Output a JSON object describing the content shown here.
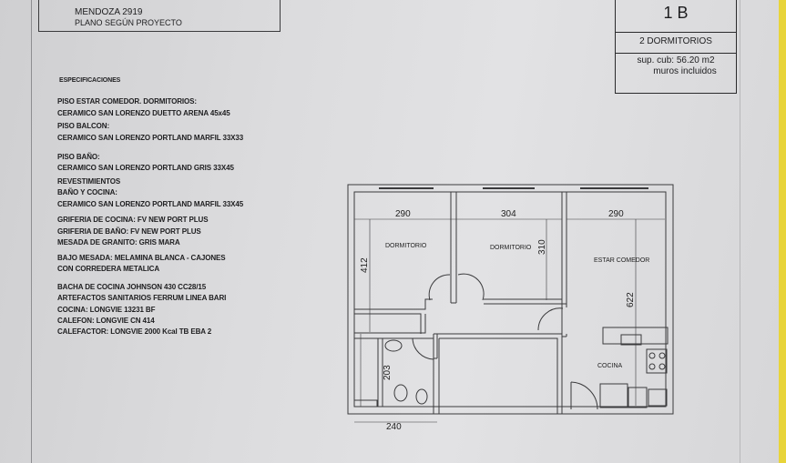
{
  "header": {
    "address": "MENDOZA 2919",
    "subtitle": "PLANO SEGÚN PROYECTO"
  },
  "unit": {
    "code": "1 B",
    "bedrooms": "2 DORMITORIOS",
    "area": "sup. cub: 56.20 m2",
    "area_note": "muros incluidos"
  },
  "specs": [
    "ESPECIFICACIONES",
    "PISO ESTAR COMEDOR. DORMITORIOS:",
    "CERAMICO SAN LORENZO DUETTO ARENA 45x45",
    "PISO BALCON:",
    "CERAMICO SAN LORENZO  PORTLAND MARFIL 33X33",
    "PISO BAÑO:",
    "CERAMICO SAN LORENZO PORTLAND GRIS 33X45",
    "REVESTIMIENTOS",
    "BAÑO Y COCINA:",
    "CERAMICO SAN LORENZO PORTLAND MARFIL 33X45",
    "GRIFERIA DE COCINA: FV NEW PORT PLUS",
    "GRIFERIA DE BAÑO: FV NEW PORT PLUS",
    "MESADA DE GRANITO: GRIS MARA",
    "BAJO MESADA: MELAMINA BLANCA - CAJONES",
    "CON CORREDERA METALICA",
    "BACHA DE COCINA JOHNSON 430 CC28/15",
    "ARTEFACTOS SANITARIOS FERRUM LINEA BARI",
    "COCINA: LONGVIE  13231 BF",
    "CALEFON: LONGVIE  CN 414",
    "CALEFACTOR: LONGVIE  2000 Kcal TB EBA 2"
  ],
  "plan": {
    "rooms": {
      "bed1": "DORMITORIO",
      "bed2": "DORMITORIO",
      "living": "ESTAR  COMEDOR",
      "kitchen": "COCINA"
    },
    "dims": {
      "d290a": "290",
      "d304": "304",
      "d290b": "290",
      "d412": "412",
      "d310": "310",
      "d622": "622",
      "d203": "203",
      "d240": "240"
    }
  }
}
